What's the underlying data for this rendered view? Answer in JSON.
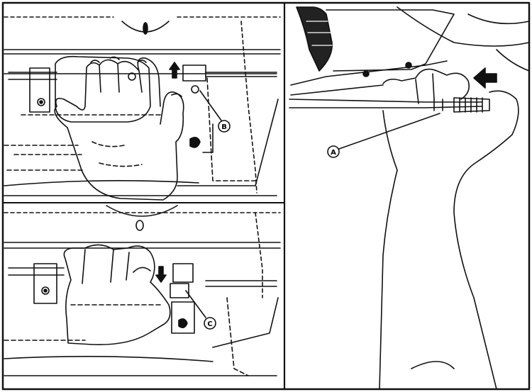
{
  "callouts": {
    "a": "A",
    "b": "B",
    "c": "C"
  },
  "colors": {
    "line": "#111111",
    "background": "#ffffff"
  },
  "icons": [
    "arrow-up-icon",
    "arrow-down-icon",
    "arrow-left-icon"
  ]
}
